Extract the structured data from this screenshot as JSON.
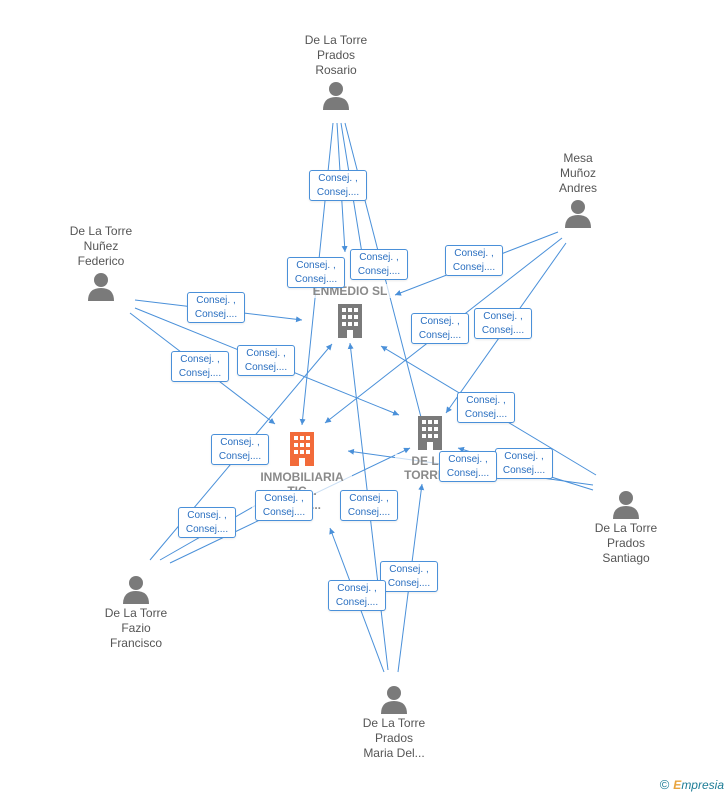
{
  "people": [
    {
      "id": "rosario",
      "name": "De La Torre\nPrados\nRosario"
    },
    {
      "id": "mesa",
      "name": "Mesa\nMuñoz\nAndres"
    },
    {
      "id": "federico",
      "name": "De La Torre\nNuñez\nFederico"
    },
    {
      "id": "santiago",
      "name": "De La Torre\nPrados\nSantiago"
    },
    {
      "id": "fazio",
      "name": "De La Torre\nFazio\nFrancisco"
    },
    {
      "id": "maria",
      "name": "De La Torre\nPrados\nMaria Del..."
    }
  ],
  "companies": [
    {
      "id": "enmedio",
      "name": "ENMEDIO SL"
    },
    {
      "id": "inmobiliaria",
      "name": "INMOBILIARIA\nTIC...\n...ON..."
    },
    {
      "id": "delatorre",
      "name": "DE L...\nTORRE..."
    }
  ],
  "relation_label": {
    "line1": "Consej. ,",
    "line2": "Consej...."
  },
  "colors": {
    "edge": "#4a90d9",
    "node_gray": "#7a7a7a",
    "node_main": "#f26b3a"
  },
  "brand": {
    "symbol": "©",
    "initial": "E",
    "rest": "mpresia"
  }
}
